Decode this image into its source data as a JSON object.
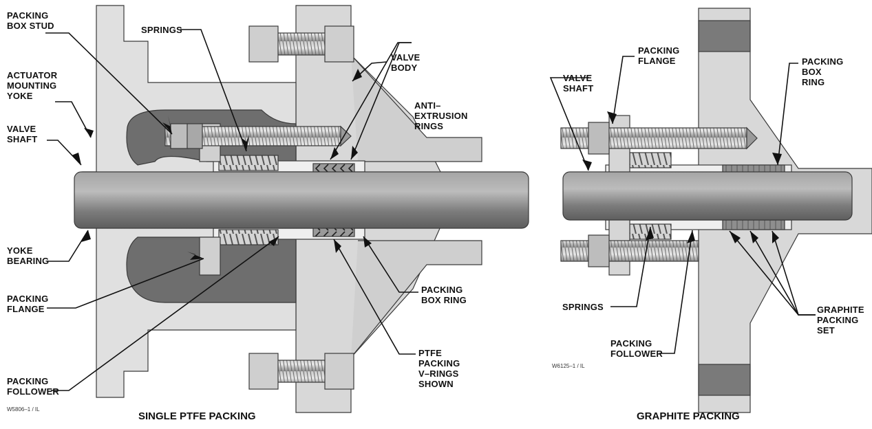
{
  "left_diagram": {
    "title": "SINGLE PTFE PACKING",
    "code": "W5806–1 / IL",
    "labels": {
      "packing_box_stud": "PACKING\nBOX STUD",
      "springs": "SPRINGS",
      "actuator_mounting_yoke": "ACTUATOR\nMOUNTING\nYOKE",
      "valve_shaft": "VALVE\nSHAFT",
      "valve_body": "VALVE\nBODY",
      "anti_extrusion_rings": "ANTI–\nEXTRUSION\nRINGS",
      "yoke_bearing": "YOKE\nBEARING",
      "packing_flange": "PACKING\nFLANGE",
      "packing_box_ring": "PACKING\nBOX RING",
      "ptfe_packing_vrings": "PTFE\nPACKING\nV–RINGS\nSHOWN",
      "packing_follower": "PACKING\nFOLLOWER"
    }
  },
  "right_diagram": {
    "title": "GRAPHITE PACKING",
    "code": "W6125–1 / IL",
    "labels": {
      "packing_flange": "PACKING\nFLANGE",
      "packing_box_ring": "PACKING\nBOX\nRING",
      "valve_shaft": "VALVE\nSHAFT",
      "springs": "SPRINGS",
      "graphite_packing_set": "GRAPHITE\nPACKING\nSET",
      "packing_follower": "PACKING\nFOLLOWER"
    }
  },
  "colors": {
    "metal_light": "#dcdcdc",
    "metal_mid": "#bdbdbd",
    "cavity": "#6e6e6e",
    "shaft": "#8a8a8a",
    "outline": "#3a3a3a",
    "leader": "#111111"
  }
}
